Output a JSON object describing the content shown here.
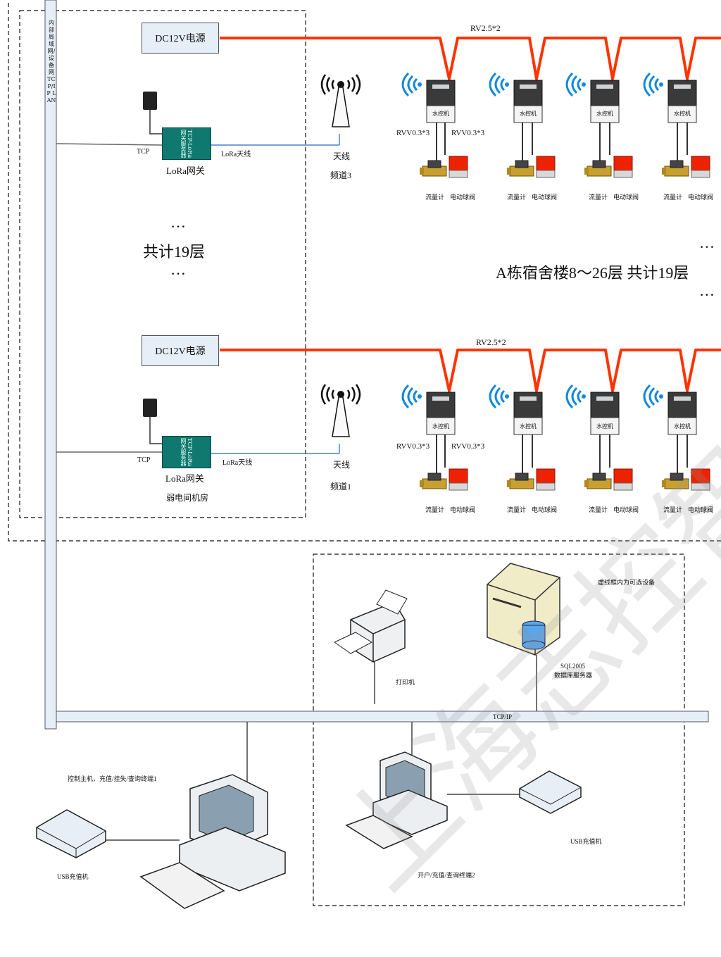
{
  "network": {
    "lan_vertical_label": "内部局域网/设备网 TCP/IP LAN",
    "tcpip_bus_label": "TCP/IP"
  },
  "floor_block_top": {
    "power_supply": "DC12V电源",
    "cable_power": "RV2.5*2",
    "gateway_box_text": "TCP-LoRa网关服务器",
    "gateway_label": "LoRa网关",
    "tcp_label": "TCP",
    "lora_antenna_cable": "LoRa天线",
    "antenna_label": "天线",
    "channel_label": "频道3",
    "cable_signal_a": "RVV0.3*3",
    "cable_signal_b": "RVV0.3*3",
    "controller_label": "水控机",
    "flow_meter_label": "流量计",
    "valve_label": "电动球阀"
  },
  "middle": {
    "ellipsis": "…",
    "floors_total": "共计19层",
    "building_caption": "A栋宿舍楼8～26层 共计19层"
  },
  "floor_block_bottom": {
    "power_supply": "DC12V电源",
    "cable_power": "RV2.5*2",
    "gateway_box_text": "TCP-LoRa网关服务器",
    "gateway_label": "LoRa网关",
    "tcp_label": "TCP",
    "lora_antenna_cable": "LoRa天线",
    "antenna_label": "天线",
    "channel_label": "频道1",
    "room_label": "弱电间机房",
    "cable_signal_a": "RVV0.3*3",
    "cable_signal_b": "RVV0.3*3",
    "controller_label": "水控机",
    "flow_meter_label": "流量计",
    "valve_label": "电动球阀"
  },
  "equipment": {
    "optional_note": "虚线框内为可选设备",
    "printer_label": "打印机",
    "server_label_1": "SQL2005",
    "server_label_2": "数据库服务器",
    "terminal1_label": "控制主机，充值/挂失/查询终端1",
    "terminal2_label": "开户/充值/查询终端2",
    "usb_charger_left": "USB充值机",
    "usb_charger_right": "USB充值机"
  },
  "watermark": "上海志控智能",
  "colors": {
    "power_cable": "#ff3300",
    "lora_link": "#2266cc",
    "wifi_icon": "#1188dd",
    "gateway": "#10796f",
    "valve": "#ee2200",
    "flow_meter": "#c8a030"
  }
}
